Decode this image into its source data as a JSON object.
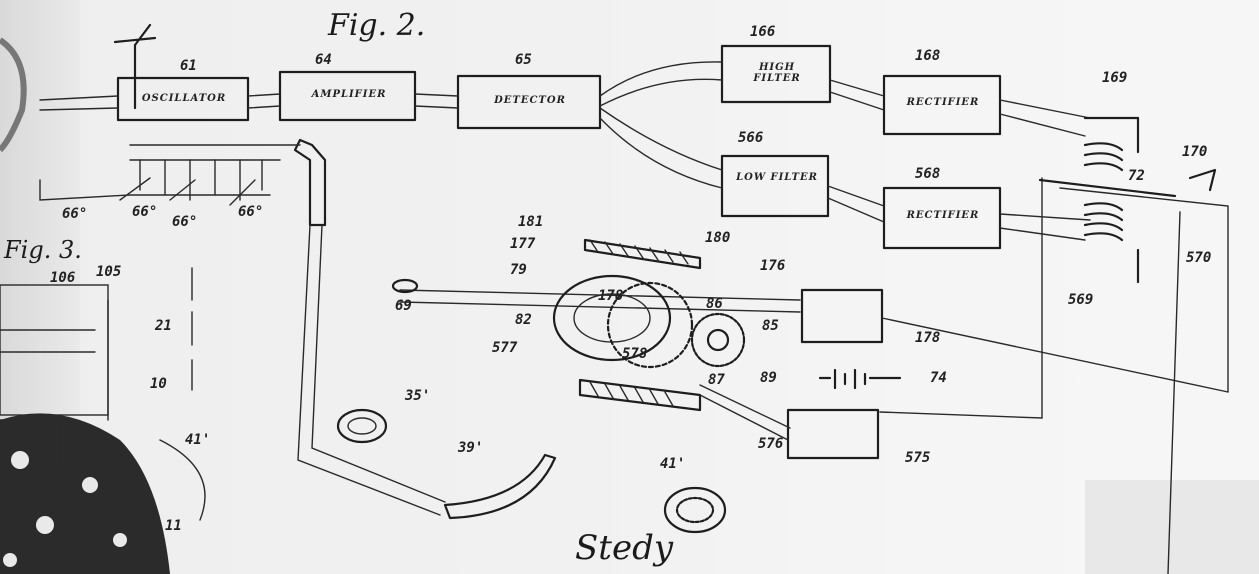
{
  "figure_titles": {
    "fig2": "Fig. 2.",
    "fig3": "Fig. 3.",
    "bottom_text": "Stedy"
  },
  "blocks": [
    {
      "id": "b1",
      "number": "61",
      "text": "OSCILLATOR"
    },
    {
      "id": "b2",
      "number": "64",
      "text": "AMPLIFIER"
    },
    {
      "id": "b3",
      "number": "65",
      "text": "DETECTOR"
    },
    {
      "id": "b4",
      "number": "166",
      "text": "HIGH FILTER"
    },
    {
      "id": "b5",
      "number": "566",
      "text": "LOW FILTER"
    },
    {
      "id": "b6",
      "number": "168",
      "text": "RECTIFIER"
    },
    {
      "id": "b7",
      "number": "568",
      "text": "RECTIFIER"
    },
    {
      "id": "b8",
      "number": "178",
      "text": ""
    },
    {
      "id": "b9",
      "number": "575",
      "text": ""
    }
  ],
  "labels": {
    "l169": "169",
    "l569": "569",
    "l170": "170",
    "l570": "570",
    "l72": "72",
    "l181": "181",
    "l177": "177",
    "l180": "180",
    "l79": "79",
    "l176": "176",
    "l69": "69",
    "l82": "82",
    "l178b": "178",
    "l86": "86",
    "l85": "85",
    "l577": "577",
    "l578": "578",
    "l87": "87",
    "l89": "89",
    "l74": "74",
    "l576": "576",
    "l35": "35'",
    "l39": "39'",
    "l41": "41'",
    "l66a": "66°",
    "l66b": "66°",
    "l66c": "66°",
    "l66d": "66°",
    "l105": "105",
    "l106": "106",
    "l21": "21",
    "l10": "10",
    "l41b": "41'",
    "l11": "11"
  }
}
